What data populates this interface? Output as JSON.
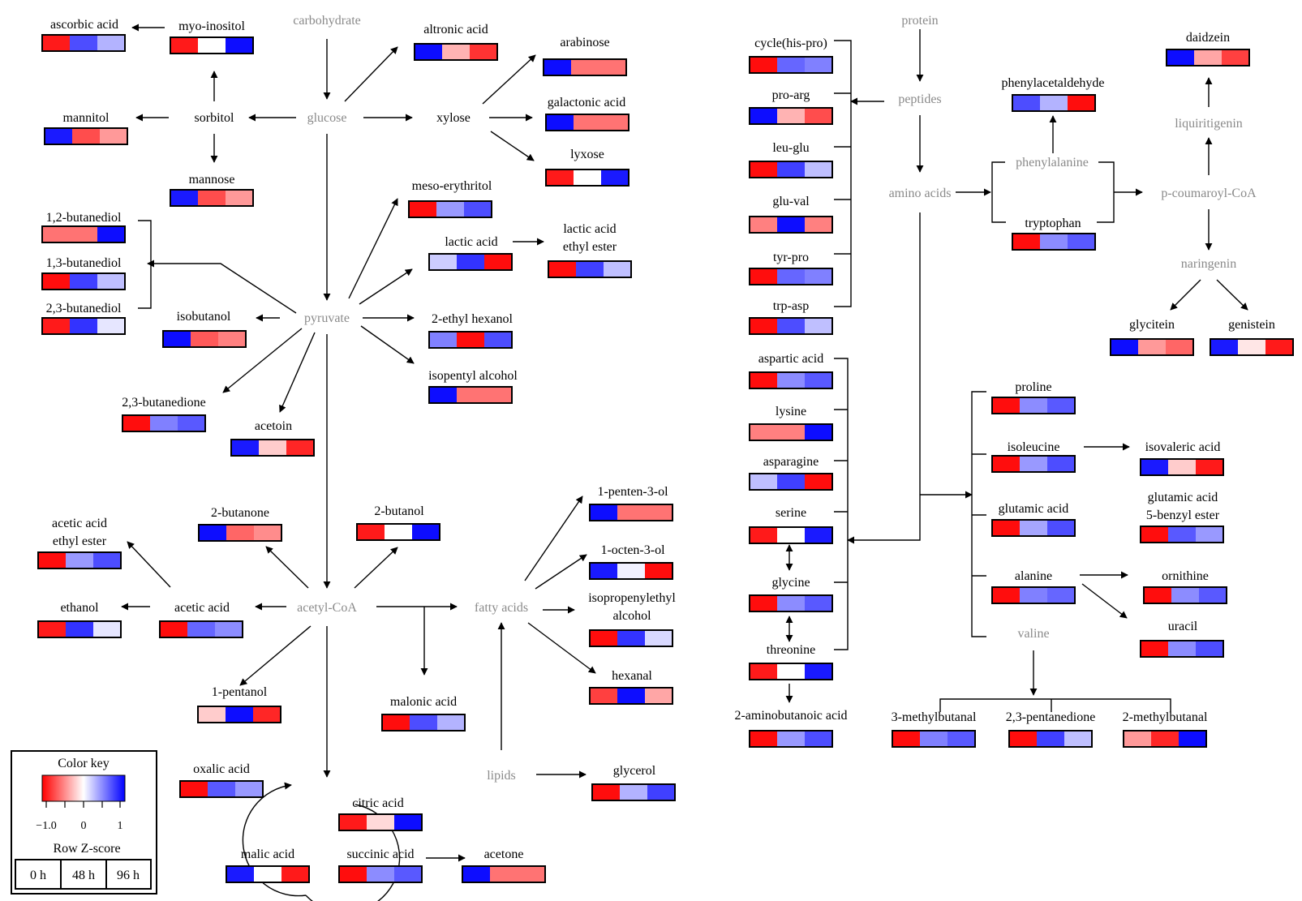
{
  "colors": {
    "low": "#ff0000",
    "mid": "#ffffff",
    "high": "#0000ff"
  },
  "pathway_labels": {
    "carbohydrate": "carbohydrate",
    "glucose": "glucose",
    "pyruvate": "pyruvate",
    "acetyl_coa": "acetyl-CoA",
    "fatty_acids": "fatty acids",
    "lipids": "lipids",
    "protein": "protein",
    "peptides": "peptides",
    "amino_acids": "amino acids",
    "phenylalanine": "phenylalanine",
    "p_coumaroyl_coa": "p-coumaroyl-CoA",
    "liquiritigenin": "liquiritigenin",
    "naringenin": "naringenin",
    "valine": "valine"
  },
  "plain_labels": {
    "sorbitol": "sorbitol",
    "xylose": "xylose",
    "acetic_acid": "acetic acid"
  },
  "metabolites": [
    {
      "id": "ascorbic_acid",
      "name": "ascorbic acid",
      "z": [
        -0.9,
        0.7,
        0.3
      ]
    },
    {
      "id": "myo_inositol",
      "name": "myo-inositol",
      "z": [
        -0.9,
        0.0,
        0.95
      ]
    },
    {
      "id": "mannitol",
      "name": "mannitol",
      "z": [
        0.9,
        -0.7,
        -0.4
      ]
    },
    {
      "id": "mannose",
      "name": "mannose",
      "z": [
        0.9,
        -0.7,
        -0.4
      ]
    },
    {
      "id": "altronic_acid",
      "name": "altronic acid",
      "z": [
        0.95,
        -0.3,
        -0.8
      ]
    },
    {
      "id": "arabinose",
      "name": "arabinose",
      "z": [
        0.95,
        -0.55,
        -0.55
      ]
    },
    {
      "id": "galactonic_acid",
      "name": "galactonic acid",
      "z": [
        0.95,
        -0.55,
        -0.55
      ]
    },
    {
      "id": "lyxose",
      "name": "lyxose",
      "z": [
        -0.9,
        0.0,
        0.9
      ]
    },
    {
      "id": "meso_erythritol",
      "name": "meso-erythritol",
      "z": [
        -0.95,
        0.4,
        0.7
      ]
    },
    {
      "id": "lactic_acid",
      "name": "lactic acid",
      "z": [
        0.2,
        0.8,
        -0.95
      ]
    },
    {
      "id": "lactic_acid_ethyl_ester",
      "name": "lactic acid\nethyl ester",
      "z": [
        -0.95,
        0.75,
        0.25
      ]
    },
    {
      "id": "butanediol_12",
      "name": "1,2-butanediol",
      "z": [
        -0.55,
        -0.55,
        0.95
      ]
    },
    {
      "id": "butanediol_13",
      "name": "1,3-butanediol",
      "z": [
        -0.95,
        0.75,
        0.25
      ]
    },
    {
      "id": "butanediol_23",
      "name": "2,3-butanediol",
      "z": [
        -0.9,
        0.8,
        0.1
      ]
    },
    {
      "id": "isobutanol",
      "name": "isobutanol",
      "z": [
        0.95,
        -0.65,
        -0.5
      ]
    },
    {
      "id": "ethyl_hexanol_2",
      "name": "2-ethyl hexanol",
      "z": [
        0.5,
        -0.95,
        0.7
      ]
    },
    {
      "id": "isopentyl_alcohol",
      "name": "isopentyl alcohol",
      "z": [
        0.95,
        -0.55,
        -0.55
      ]
    },
    {
      "id": "butanedione_23",
      "name": "2,3-butanedione",
      "z": [
        -0.95,
        0.5,
        0.65
      ]
    },
    {
      "id": "acetoin",
      "name": "acetoin",
      "z": [
        0.9,
        -0.2,
        -0.85
      ]
    },
    {
      "id": "butanone_2",
      "name": "2-butanone",
      "z": [
        0.95,
        -0.6,
        -0.45
      ]
    },
    {
      "id": "butanol_2",
      "name": "2-butanol",
      "z": [
        -0.9,
        0.0,
        0.95
      ]
    },
    {
      "id": "acetic_acid_ethyl_ester",
      "name": "acetic acid\nethyl ester",
      "z": [
        -0.95,
        0.4,
        0.7
      ]
    },
    {
      "id": "ethanol",
      "name": "ethanol",
      "z": [
        -0.9,
        0.8,
        0.1
      ]
    },
    {
      "id": "acetic_acid_hm",
      "name": "",
      "z": [
        -0.95,
        0.6,
        0.45
      ]
    },
    {
      "id": "pentanol_1",
      "name": "1-pentanol",
      "z": [
        -0.2,
        0.95,
        -0.85
      ]
    },
    {
      "id": "malonic_acid",
      "name": "malonic acid",
      "z": [
        -0.95,
        0.7,
        0.3
      ]
    },
    {
      "id": "penten_3_ol",
      "name": "1-penten-3-ol",
      "z": [
        0.95,
        -0.55,
        -0.55
      ]
    },
    {
      "id": "octen_3_ol",
      "name": "1-octen-3-ol",
      "z": [
        0.9,
        0.05,
        -0.95
      ]
    },
    {
      "id": "isopropenylethyl_alcohol",
      "name": "isopropenylethyl\nalcohol",
      "z": [
        -0.95,
        0.8,
        0.15
      ]
    },
    {
      "id": "hexanal",
      "name": "hexanal",
      "z": [
        -0.75,
        0.95,
        -0.35
      ]
    },
    {
      "id": "glycerol",
      "name": "glycerol",
      "z": [
        -0.95,
        0.3,
        0.75
      ]
    },
    {
      "id": "oxalic_acid",
      "name": "oxalic acid",
      "z": [
        -0.95,
        0.65,
        0.4
      ]
    },
    {
      "id": "citric_acid",
      "name": "citric acid",
      "z": [
        -0.9,
        -0.15,
        0.95
      ]
    },
    {
      "id": "malic_acid",
      "name": "malic acid",
      "z": [
        0.9,
        0.0,
        -0.9
      ]
    },
    {
      "id": "succinic_acid",
      "name": "succinic acid",
      "z": [
        -0.95,
        0.45,
        0.65
      ]
    },
    {
      "id": "acetone",
      "name": "acetone",
      "z": [
        0.95,
        -0.55,
        -0.55
      ]
    },
    {
      "id": "cycle_his_pro",
      "name": "cycle(his-pro)",
      "z": [
        -0.95,
        0.6,
        0.5
      ]
    },
    {
      "id": "pro_arg",
      "name": "pro-arg",
      "z": [
        0.95,
        -0.3,
        -0.7
      ]
    },
    {
      "id": "leu_glu",
      "name": "leu-glu",
      "z": [
        -0.95,
        0.75,
        0.25
      ]
    },
    {
      "id": "glu_val",
      "name": "glu-val",
      "z": [
        -0.5,
        0.95,
        -0.5
      ]
    },
    {
      "id": "tyr_pro",
      "name": "tyr-pro",
      "z": [
        -0.95,
        0.6,
        0.5
      ]
    },
    {
      "id": "trp_asp",
      "name": "trp-asp",
      "z": [
        -0.95,
        0.7,
        0.25
      ]
    },
    {
      "id": "aspartic_acid",
      "name": "aspartic acid",
      "z": [
        -0.95,
        0.45,
        0.65
      ]
    },
    {
      "id": "lysine",
      "name": "lysine",
      "z": [
        -0.5,
        -0.5,
        0.95
      ]
    },
    {
      "id": "asparagine",
      "name": "asparagine",
      "z": [
        0.25,
        0.75,
        -0.95
      ]
    },
    {
      "id": "serine",
      "name": "serine",
      "z": [
        -0.9,
        0.0,
        0.9
      ]
    },
    {
      "id": "glycine",
      "name": "glycine",
      "z": [
        -0.95,
        0.45,
        0.65
      ]
    },
    {
      "id": "threonine",
      "name": "threonine",
      "z": [
        -0.9,
        0.0,
        0.9
      ]
    },
    {
      "id": "aminobutanoic_acid_2",
      "name": "2-aminobutanoic acid",
      "z": [
        -0.95,
        0.4,
        0.7
      ]
    },
    {
      "id": "daidzein",
      "name": "daidzein",
      "z": [
        0.95,
        -0.35,
        -0.75
      ]
    },
    {
      "id": "phenylacetaldehyde",
      "name": "phenylacetaldehyde",
      "z": [
        0.7,
        0.3,
        -0.95
      ]
    },
    {
      "id": "tryptophan",
      "name": "tryptophan",
      "z": [
        -0.95,
        0.45,
        0.65
      ]
    },
    {
      "id": "glycitein",
      "name": "glycitein",
      "z": [
        0.95,
        -0.4,
        -0.6
      ]
    },
    {
      "id": "genistein",
      "name": "genistein",
      "z": [
        0.9,
        -0.1,
        -0.9
      ]
    },
    {
      "id": "proline",
      "name": "proline",
      "z": [
        -0.95,
        0.45,
        0.65
      ]
    },
    {
      "id": "isoleucine",
      "name": "isoleucine",
      "z": [
        -0.95,
        0.4,
        0.7
      ]
    },
    {
      "id": "isovaleric_acid",
      "name": "isovaleric acid",
      "z": [
        0.9,
        -0.2,
        -0.9
      ]
    },
    {
      "id": "glutamic_acid",
      "name": "glutamic acid",
      "z": [
        -0.95,
        0.35,
        0.7
      ]
    },
    {
      "id": "glutamic_acid_5_benzyl_ester",
      "name": "glutamic acid\n5-benzyl ester",
      "z": [
        -0.95,
        0.65,
        0.4
      ]
    },
    {
      "id": "alanine",
      "name": "alanine",
      "z": [
        -0.95,
        0.5,
        0.6
      ]
    },
    {
      "id": "ornithine",
      "name": "ornithine",
      "z": [
        -0.95,
        0.45,
        0.65
      ]
    },
    {
      "id": "uracil",
      "name": "uracil",
      "z": [
        -0.95,
        0.45,
        0.7
      ]
    },
    {
      "id": "methylbutanal_3",
      "name": "3-methylbutanal",
      "z": [
        -0.95,
        0.5,
        0.65
      ]
    },
    {
      "id": "pentanedione_23",
      "name": "2,3-pentanedione",
      "z": [
        -0.95,
        0.75,
        0.25
      ]
    },
    {
      "id": "methylbutanal_2",
      "name": "2-methylbutanal",
      "z": [
        -0.4,
        -0.85,
        0.95
      ]
    }
  ],
  "legend": {
    "title": "Color key",
    "ticks": [
      "−1.0",
      "0",
      "1"
    ],
    "scale_label": "Row Z-score",
    "time_points": [
      "0 h",
      "48 h",
      "96 h"
    ]
  }
}
